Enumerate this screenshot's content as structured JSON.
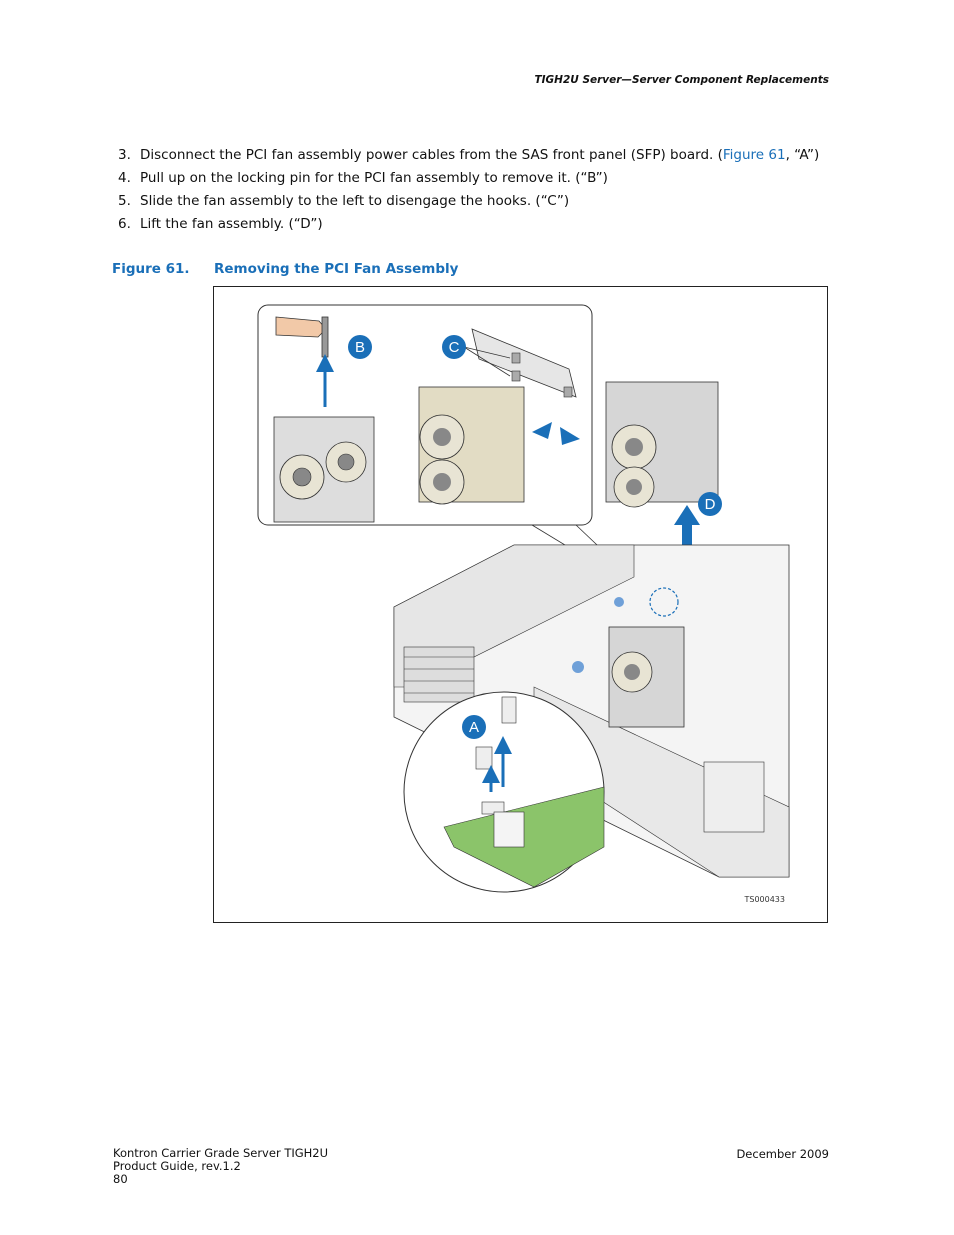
{
  "header": {
    "title": "TIGH2U Server—Server Component Replacements"
  },
  "steps": [
    {
      "num": "3.",
      "text_before": "Disconnect the PCI fan assembly power cables from the SAS front panel (SFP) board. (",
      "link": "Figure 61",
      "text_after": ", “A”)"
    },
    {
      "num": "4.",
      "text": "Pull up on the locking pin for the PCI fan assembly to remove it. (“B”)"
    },
    {
      "num": "5.",
      "text": "Slide the fan assembly to the left to disengage the hooks. (“C”)"
    },
    {
      "num": "6.",
      "text": "Lift the fan assembly. (“D”)"
    }
  ],
  "figure": {
    "label": "Figure 61.",
    "title": "Removing the PCI Fan Assembly",
    "callouts": {
      "a": "A",
      "b": "B",
      "c": "C",
      "d": "D"
    },
    "id": "TS000433"
  },
  "footer": {
    "line1": "Kontron Carrier Grade Server TIGH2U",
    "line2": "Product Guide, rev.1.2",
    "page": "80",
    "date": "December 2009"
  },
  "colors": {
    "accent": "#1a6fb8",
    "board": "#8bc46a"
  }
}
